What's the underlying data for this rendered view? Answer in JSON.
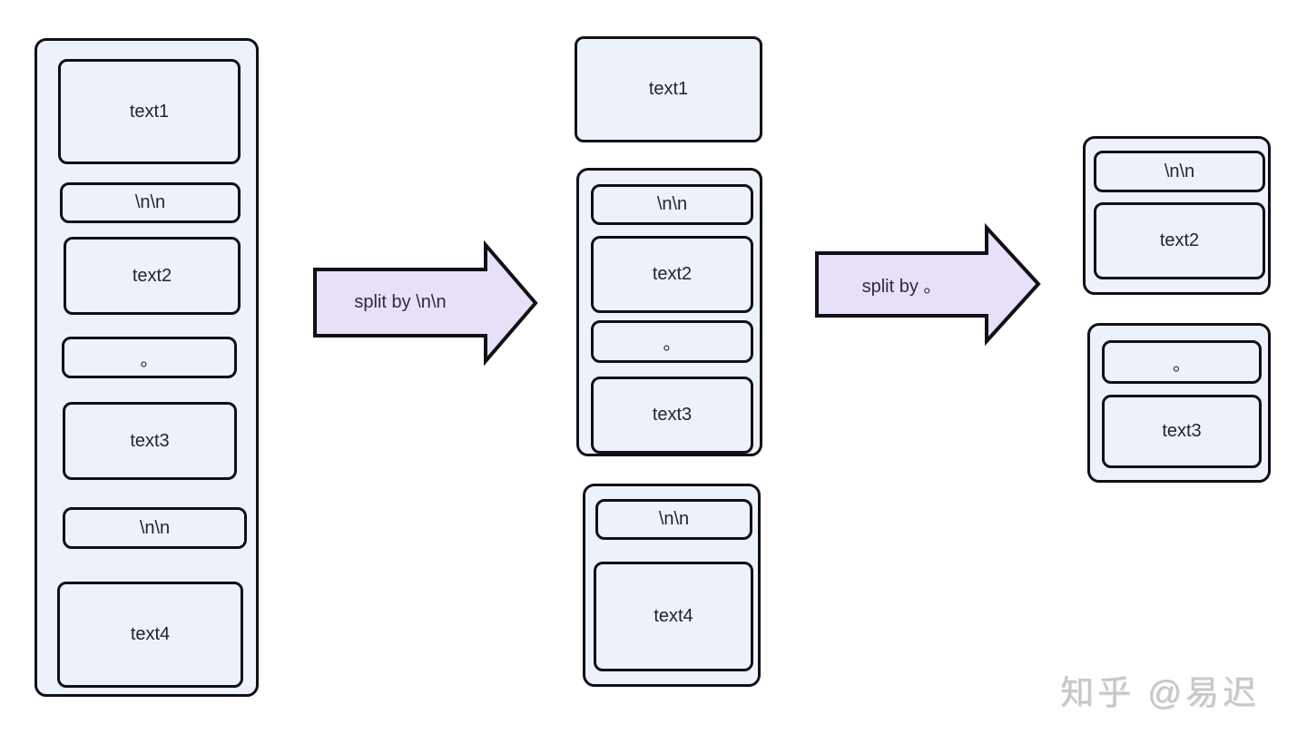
{
  "stage1": {
    "items": [
      "text1",
      "\\n\\n",
      "text2",
      "。",
      "text3",
      "\\n\\n",
      "text4"
    ]
  },
  "arrow1": {
    "label": "split by \\n\\n"
  },
  "stage2": {
    "chunk1": {
      "items": [
        "text1"
      ]
    },
    "chunk2": {
      "items": [
        "\\n\\n",
        "text2",
        "。",
        "text3"
      ]
    },
    "chunk3": {
      "items": [
        "\\n\\n",
        "text4"
      ]
    }
  },
  "arrow2": {
    "label": "split by 。"
  },
  "stage3": {
    "chunk1": {
      "items": [
        "\\n\\n",
        "text2"
      ]
    },
    "chunk2": {
      "items": [
        "。",
        "text3"
      ]
    }
  },
  "watermark": "知乎 @易迟",
  "colors": {
    "box_fill": "#edf1f9",
    "box_border": "#101016",
    "arrow_fill": "#e7e0f8",
    "arrow_border": "#101016",
    "label_text": "#232333",
    "watermark_text": "#c7c7c9",
    "background": "#ffffff"
  }
}
